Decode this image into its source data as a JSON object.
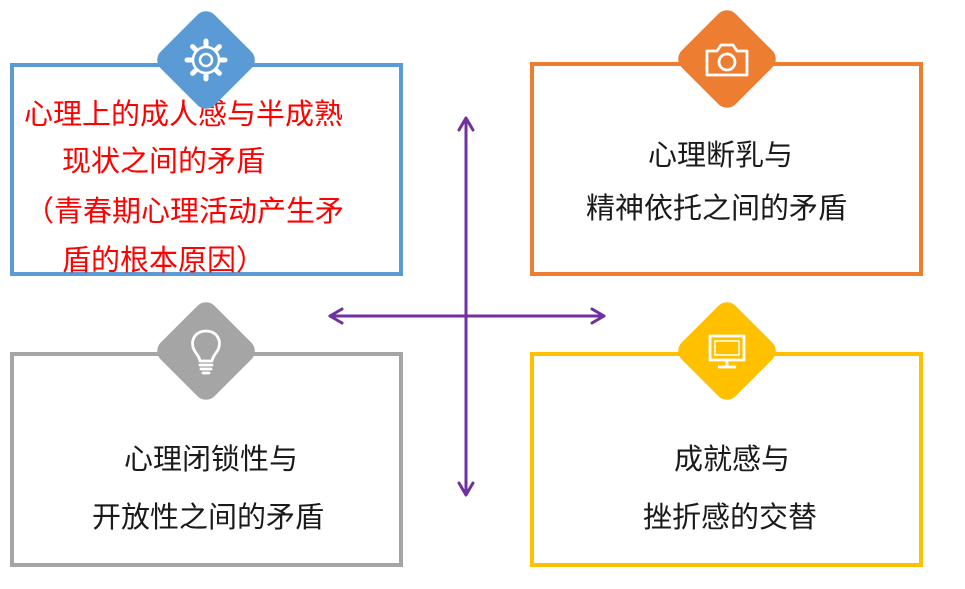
{
  "quadrants": {
    "top_left": {
      "lines": [
        "心理上的成人感与半成熟",
        "现状之间的矛盾",
        "（青春期心理活动产生矛",
        "盾的根本原因）"
      ],
      "border_color": "#5b9bd5",
      "text_color": "#ff0000",
      "icon": "gear-icon"
    },
    "top_right": {
      "lines": [
        "心理断乳与",
        "精神依托之间的矛盾"
      ],
      "border_color": "#ed7d31",
      "text_color": "#1a1a1a",
      "icon": "camera-icon"
    },
    "bottom_left": {
      "lines": [
        "心理闭锁性与",
        "开放性之间的矛盾"
      ],
      "border_color": "#a5a5a5",
      "text_color": "#1a1a1a",
      "icon": "lightbulb-icon"
    },
    "bottom_right": {
      "lines": [
        "成就感与",
        "挫折感的交替"
      ],
      "border_color": "#ffc000",
      "text_color": "#1a1a1a",
      "icon": "monitor-icon"
    }
  },
  "axis_color": "#7030a0"
}
